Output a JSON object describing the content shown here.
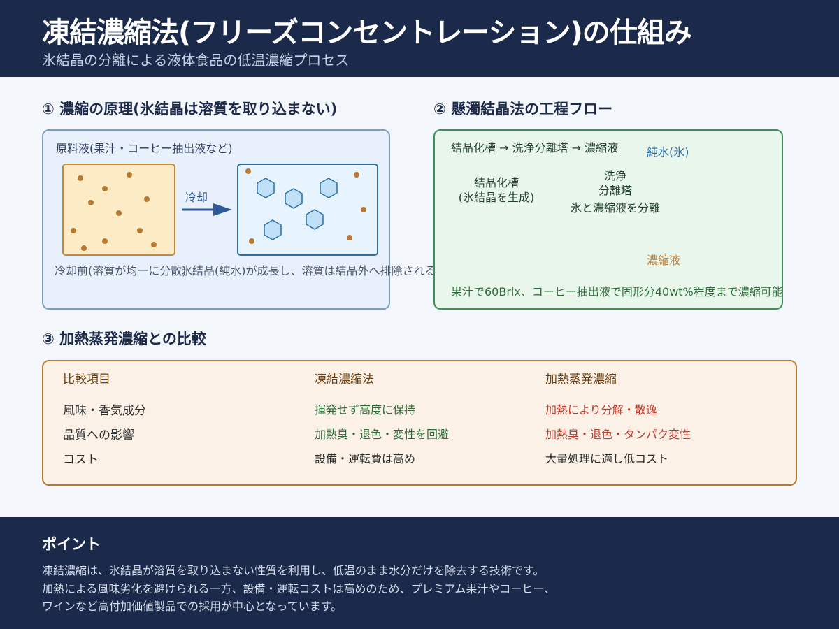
{
  "header": {
    "title": "凍結濃縮法(フリーズコンセントレーション)の仕組み",
    "subtitle": "氷結晶の分離による液体食品の低温濃縮プロセス"
  },
  "section1": {
    "heading": "① 濃縮の原理(氷結晶は溶質を取り込まない)",
    "box_label": "原料液(果汁・コーヒー抽出液など)",
    "arrow_label": "冷却",
    "caption_before": "冷却前(溶質が均一に分散)",
    "caption_after": "氷結晶(純水)が成長し、溶質は結晶外へ排除される"
  },
  "section2": {
    "heading": "② 懸濁結晶法の工程フロー",
    "flow_text": "結晶化槽 → 洗浄分離塔 → 濃縮液",
    "tank_line1": "結晶化槽",
    "tank_line2": "(氷結晶を生成)",
    "tower_line1": "洗浄",
    "tower_line2": "分離塔",
    "tower_note": "氷と濃縮液を分離",
    "out_ice": "純水(氷)",
    "out_conc": "濃縮液",
    "note": "果汁で60Brix、コーヒー抽出液で固形分40wt%程度まで濃縮可能"
  },
  "section3": {
    "heading": "③ 加熱蒸発濃縮との比較",
    "columns": [
      "比較項目",
      "凍結濃縮法",
      "加熱蒸発濃縮"
    ],
    "rows": [
      [
        "風味・香気成分",
        "揮発せず高度に保持",
        "加熱により分解・散逸"
      ],
      [
        "品質への影響",
        "加熱臭・退色・変性を回避",
        "加熱臭・退色・タンパク変性"
      ],
      [
        "コスト",
        "設備・運転費は高め",
        "大量処理に適し低コスト"
      ]
    ]
  },
  "footer": {
    "heading": "ポイント",
    "lines": [
      "凍結濃縮は、氷結晶が溶質を取り込まない性質を利用し、低温のまま水分だけを除去する技術です。",
      "加熱による風味劣化を避けられる一方、設備・運転コストは高めのため、プレミアム果汁やコーヒー、",
      "ワインなど高付加価値製品での採用が中心となっています。"
    ]
  },
  "colors": {
    "navy": "#1b2a4a",
    "blue_accent": "#2e5a9a",
    "green_accent": "#3f8f5a",
    "orange_accent": "#b87933",
    "red_text": "#c0392b",
    "green_text": "#2e6b3a"
  }
}
